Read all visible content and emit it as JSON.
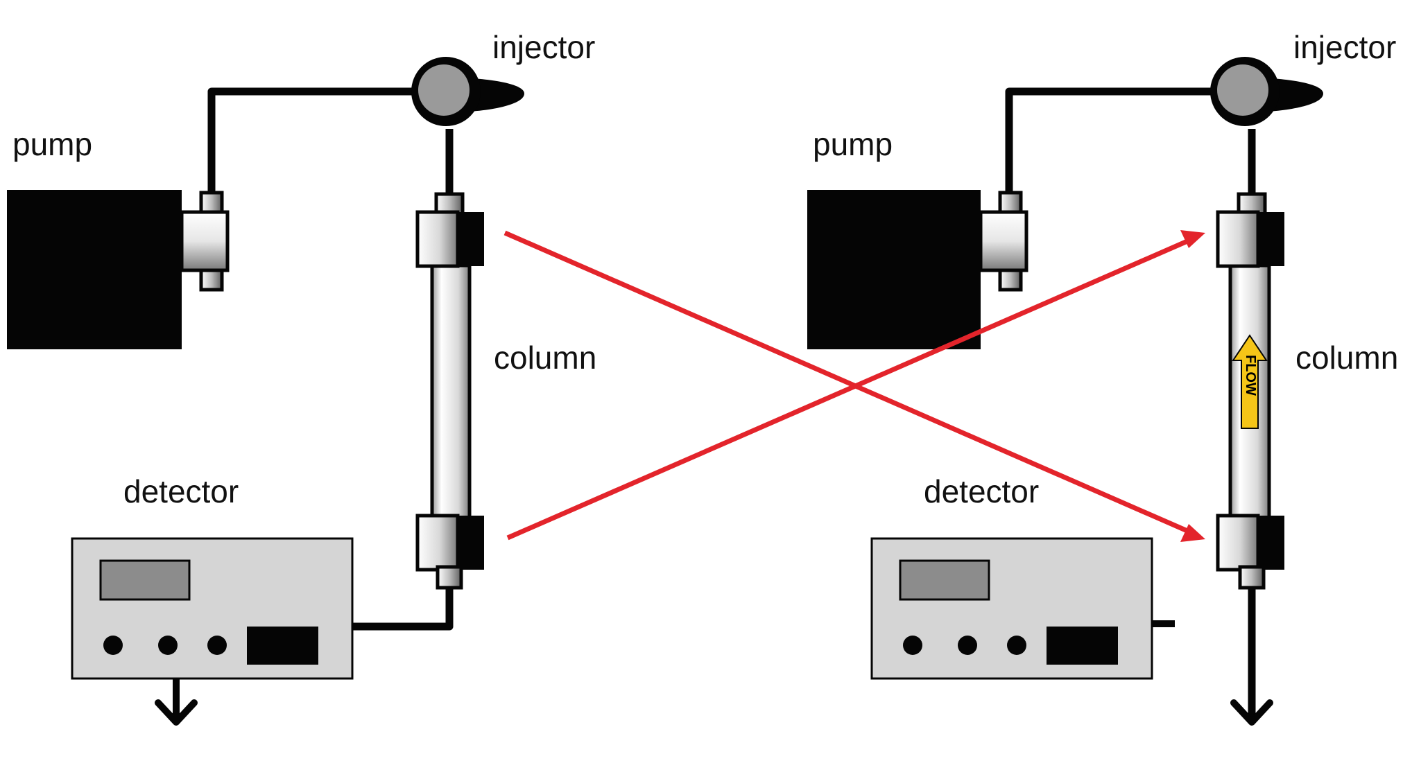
{
  "labels": {
    "pump": "pump",
    "injector": "injector",
    "column": "column",
    "detector": "detector",
    "flow": "FLOW"
  },
  "colors": {
    "device": "#050505",
    "fitting_light": "#f2f2f2",
    "fitting_dark": "#8a8a8a",
    "injector_fill": "#9a9a9a",
    "detector_body": "#d5d5d5",
    "detector_screen": "#8c8c8c",
    "cross_arrows": "#e3242b",
    "flow_arrow": "#f5c518"
  }
}
